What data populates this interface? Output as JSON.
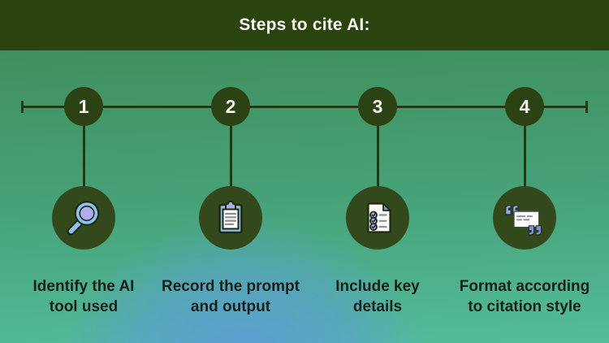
{
  "header": {
    "title": "Steps to cite AI:"
  },
  "steps": [
    {
      "number": "1",
      "label": "Identify the AI\ntool used",
      "icon": "magnifier-icon"
    },
    {
      "number": "2",
      "label": "Record the prompt\nand output",
      "icon": "clipboard-icon"
    },
    {
      "number": "3",
      "label": "Include key\ndetails",
      "icon": "checklist-icon"
    },
    {
      "number": "4",
      "label": "Format according\nto citation style",
      "icon": "quotation-icon"
    }
  ],
  "colors": {
    "header_bg": "#2b430f",
    "circle_bg": "#2d4212",
    "icon_circle_bg": "#34491b",
    "line": "#26390e",
    "title_text": "#f5f7ef",
    "label_text": "#14211a",
    "bg_top": "#3e8b55",
    "bg_mid": "#46a077",
    "bg_bottom": "#53bd9b",
    "bg_blue": "#5c9dd8",
    "icon_outline": "#1d2a0f",
    "icon_blue": "#8ec2f2",
    "icon_periwinkle": "#b3abec",
    "icon_indigo": "#7d90e8",
    "quote_blue": "#8fa5ee",
    "icon_gray": "#8d9196"
  }
}
